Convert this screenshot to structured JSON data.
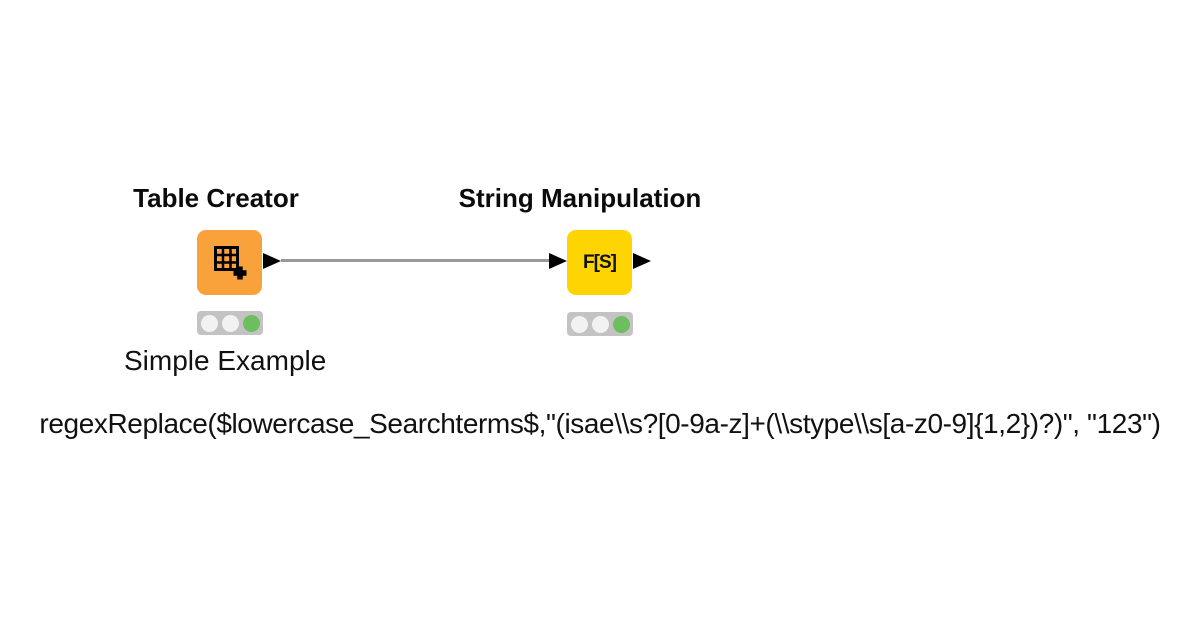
{
  "canvas": {
    "background": "#ffffff"
  },
  "workflow": {
    "nodes": [
      {
        "title": "Table Creator",
        "icon": "table-plus-icon",
        "body_color": "#f9a23c",
        "annotation": "Simple Example",
        "status_meaning": "executed",
        "status_lights": [
          {
            "state": "off",
            "color": "#f2f2f2"
          },
          {
            "state": "off",
            "color": "#f2f2f2"
          },
          {
            "state": "green",
            "color": "#6cbe5f"
          }
        ]
      },
      {
        "title": "String Manipulation",
        "icon": "string-function-icon",
        "icon_text": "F[S]",
        "body_color": "#ffd402",
        "status_meaning": "executed",
        "status_lights": [
          {
            "state": "off",
            "color": "#f2f2f2"
          },
          {
            "state": "off",
            "color": "#f2f2f2"
          },
          {
            "state": "green",
            "color": "#6cbe5f"
          }
        ]
      }
    ],
    "connection": {
      "from": "Table Creator",
      "to": "String Manipulation",
      "color": "#999999"
    }
  },
  "expression": {
    "text": "regexReplace($lowercase_Searchterms$,\"(isae\\\\s?[0-9a-z]+(\\\\stype\\\\s[a-z0-9]{1,2})?)\", \"123\")"
  },
  "colors": {
    "port": "#000000",
    "traffic_light_bg": "#c3c3c3",
    "title_text": "#0b0b0b"
  }
}
